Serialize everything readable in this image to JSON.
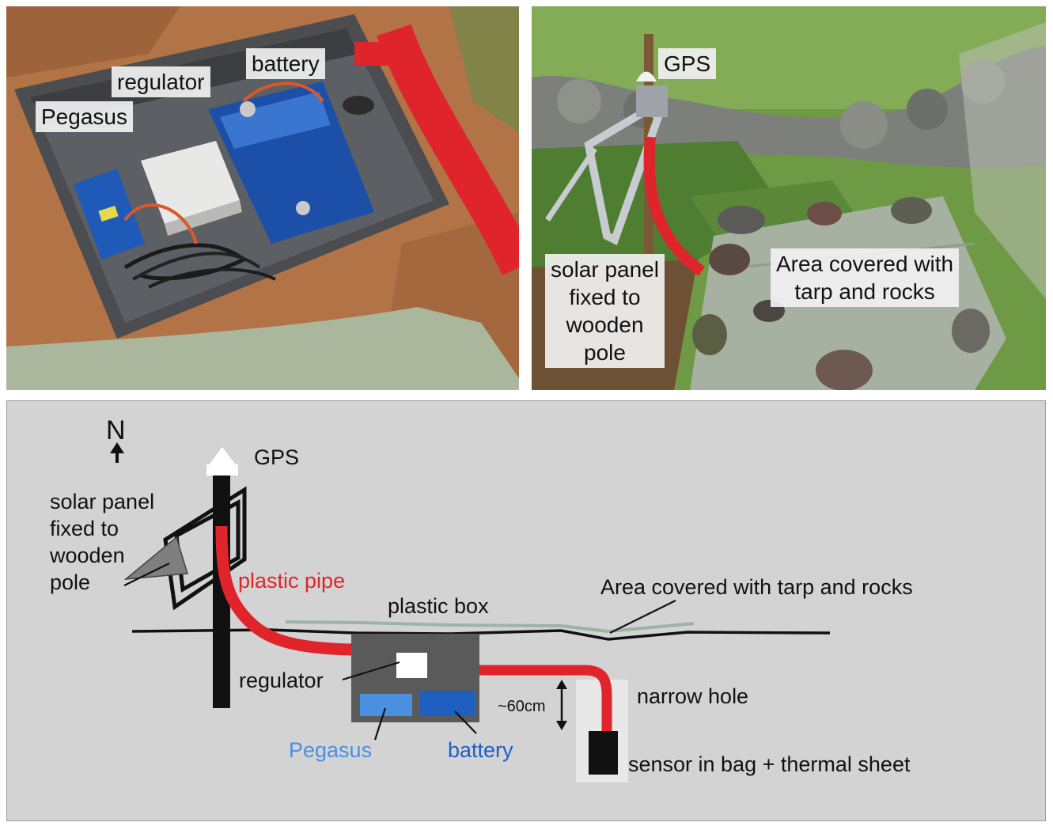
{
  "photo_left": {
    "labels": {
      "battery": "battery",
      "regulator": "regulator",
      "pegasus": "Pegasus"
    }
  },
  "photo_right": {
    "labels": {
      "gps": "GPS",
      "solar_panel": "solar panel\nfixed to\nwooden\npole",
      "area": "Area covered with\ntarp and rocks"
    }
  },
  "diagram": {
    "north": "N",
    "gps": "GPS",
    "solar_panel": [
      "solar panel",
      "fixed to",
      "wooden",
      "pole"
    ],
    "plastic_pipe": "plastic pipe",
    "plastic_box": "plastic box",
    "area": "Area covered with tarp and rocks",
    "regulator": "regulator",
    "depth": "~60cm",
    "narrow_hole": "narrow hole",
    "pegasus": "Pegasus",
    "battery": "battery",
    "sensor": "sensor in bag + thermal sheet"
  },
  "colors": {
    "pipe_red": "#e0242b",
    "pegasus_blue": "#4a8fe0",
    "battery_blue": "#1f5fc0",
    "box_grey": "#5a5a5a",
    "tarp_green": "#9db4a4",
    "panel_background": "#d3d3d3"
  }
}
